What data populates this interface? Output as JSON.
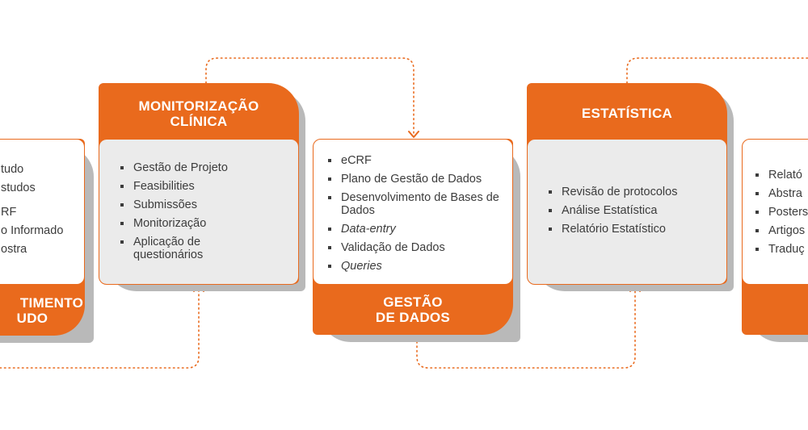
{
  "colors": {
    "accent": "#e96a1d",
    "panel": "#ebebeb",
    "shadow": "#b9b9b9",
    "text": "#3c3c3c"
  },
  "cards": {
    "study": {
      "title_line1": "TIMENTO",
      "title_line2": "UDO",
      "items": [
        "tudo",
        "studos",
        "RF",
        "o Informado",
        "ostra"
      ]
    },
    "monitoring": {
      "title_line1": "MONITORIZAÇÃO",
      "title_line2": "CLÍNICA",
      "items": [
        "Gestão de Projeto",
        "Feasibilities",
        "Submissões",
        "Monitorização",
        "Aplicação de questionários"
      ]
    },
    "data": {
      "title_line1": "GESTÃO",
      "title_line2": "DE DADOS",
      "items": [
        "eCRF",
        "Plano de Gestão de Dados",
        "Desenvolvimento de Bases de Dados",
        "Data-entry",
        "Validação de Dados",
        "Queries"
      ]
    },
    "statistics": {
      "title": "ESTATÍSTICA",
      "items": [
        "Revisão de protocolos",
        "Análise Estatística",
        "Relatório Estatístico"
      ]
    },
    "writing": {
      "items": [
        "Relató",
        "Abstra",
        "Posters",
        "Artigos",
        "Traduç"
      ]
    }
  }
}
